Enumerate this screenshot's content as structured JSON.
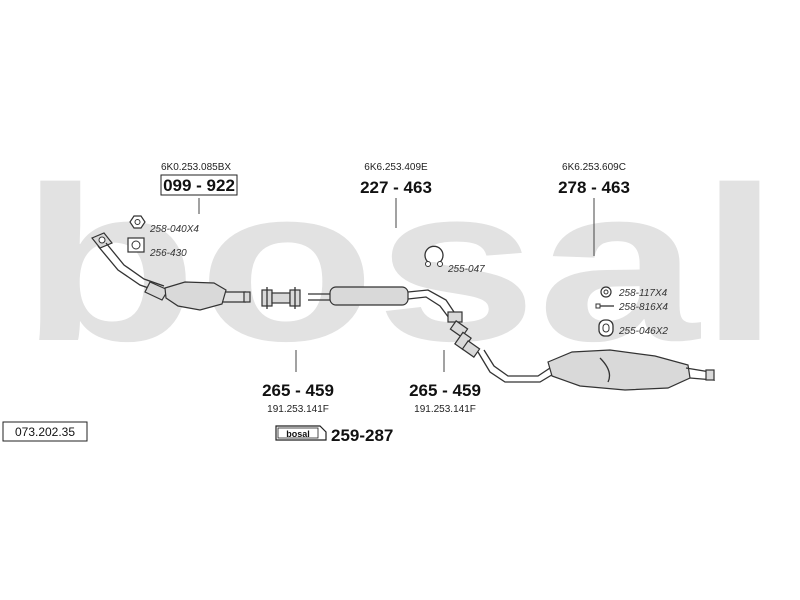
{
  "watermark": "bosal",
  "catalog_number": "073.202.35",
  "parts": {
    "front_pipe": {
      "ref": "6K0.253.085BX",
      "number": "099 - 922"
    },
    "middle_silencer": {
      "ref": "6K6.253.409E",
      "number": "227 - 463"
    },
    "rear_silencer": {
      "ref": "6K6.253.609C",
      "number": "278 - 463"
    },
    "clamp_left": {
      "number": "265 - 459",
      "ref": "191.253.141F"
    },
    "clamp_right": {
      "number": "265 - 459",
      "ref": "191.253.141F"
    },
    "assembly_kit": {
      "badge": "bosal",
      "number": "259-287"
    }
  },
  "accessories": {
    "nut": "258-040X4",
    "gasket": "256-430",
    "mount_middle": "255-047",
    "washer": "258-117X4",
    "bolt": "258-816X4",
    "mount_rear": "255-046X2"
  },
  "colors": {
    "watermark": "#e2e2e2",
    "line": "#333333",
    "part_fill": "#d9d9d9"
  }
}
